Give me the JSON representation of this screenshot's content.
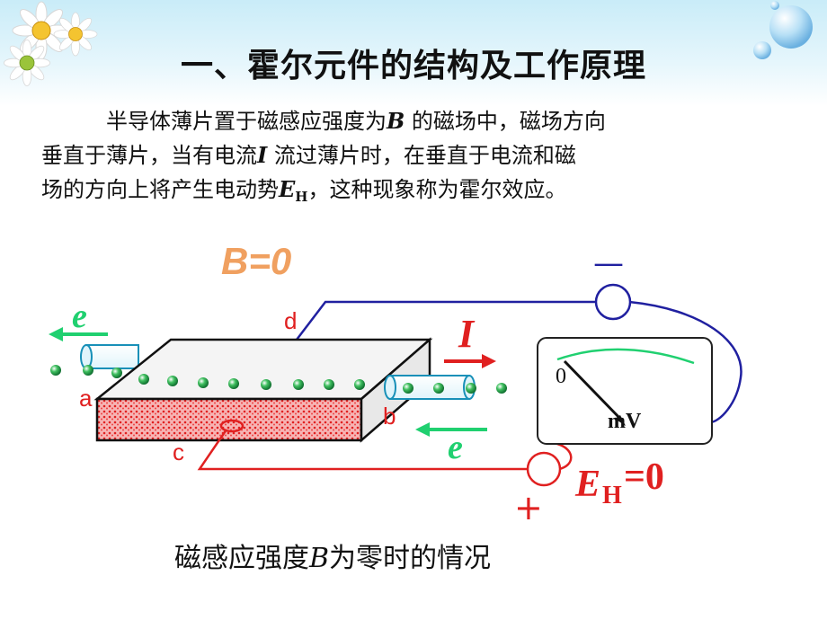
{
  "title": "一、霍尔元件的结构及工作原理",
  "paragraph": {
    "l1_a": "半导体薄片置于磁感应强度为",
    "l1_var": "B",
    "l1_b": " 的磁场中，磁场方向",
    "l2_a": "垂直于薄片，当有电流",
    "l2_var": "I",
    "l2_b": " 流过薄片时，在垂直于电流和磁",
    "l3_a": "场的方向上将产生电动势",
    "l3_var": "E",
    "l3_sub": "H",
    "l3_b": "，这种现象称为霍尔效应。"
  },
  "diagram": {
    "field_label": "B=0",
    "electron_left": "e",
    "electron_right": "e",
    "current_label": "I",
    "corner_a": "a",
    "corner_b": "b",
    "corner_c": "c",
    "corner_d": "d",
    "meter_zero": "0",
    "meter_unit": "mV",
    "minus_sign": "—",
    "plus_sign": "+",
    "emf_var": "E",
    "emf_sub": "H",
    "emf_value": "=0"
  },
  "caption": {
    "a": "磁感应强度",
    "var": "B",
    "b": "为零时的情况"
  },
  "colors": {
    "label_orange": "#f0a060",
    "arrow_green": "#20d070",
    "arrow_red": "#e02020",
    "wire_blue": "#2020a0",
    "wire_red": "#e02020",
    "cylinder": "#1890b8",
    "electron": "#20a040"
  }
}
